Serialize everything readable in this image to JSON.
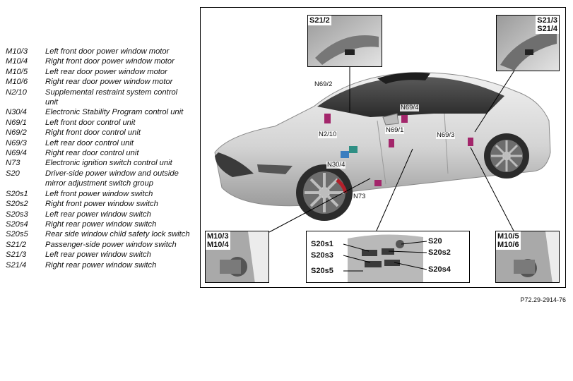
{
  "legend": [
    {
      "code": "M10/3",
      "desc": "Left front door power window motor"
    },
    {
      "code": "M10/4",
      "desc": "Right front door power window motor"
    },
    {
      "code": "M10/5",
      "desc": "Left rear door power window motor"
    },
    {
      "code": "M10/6",
      "desc": "Right rear door power window motor"
    },
    {
      "code": "N2/10",
      "desc": "Supplemental restraint system control unit"
    },
    {
      "code": "N30/4",
      "desc": "Electronic Stability Program control unit"
    },
    {
      "code": "N69/1",
      "desc": "Left front door control unit"
    },
    {
      "code": "N69/2",
      "desc": "Right front door control unit"
    },
    {
      "code": "N69/3",
      "desc": "Left rear door control unit"
    },
    {
      "code": "N69/4",
      "desc": "Right rear door control unit"
    },
    {
      "code": "N73",
      "desc": "Electronic ignition switch control unit"
    },
    {
      "code": "S20",
      "desc": "Driver-side power window and outside mirror adjustment switch group"
    },
    {
      "code": "S20s1",
      "desc": "Left front power window switch"
    },
    {
      "code": "S20s2",
      "desc": "Right front power window switch"
    },
    {
      "code": "S20s3",
      "desc": "Left rear power window switch"
    },
    {
      "code": "S20s4",
      "desc": "Right rear power window switch"
    },
    {
      "code": "S20s5",
      "desc": "Rear side window child safety lock switch"
    },
    {
      "code": "S21/2",
      "desc": "Passenger-side power window switch"
    },
    {
      "code": "S21/3",
      "desc": "Left rear power window switch"
    },
    {
      "code": "S21/4",
      "desc": "Right rear power window switch"
    }
  ],
  "figure": {
    "reference": "P72.29-2914-76",
    "insets": {
      "s21_2": "S21/2",
      "s21_3": "S21/3",
      "s21_4": "S21/4",
      "m10_3": "M10/3",
      "m10_4": "M10/4",
      "m10_5": "M10/5",
      "m10_6": "M10/6"
    },
    "switch_group": {
      "s20s1": "S20s1",
      "s20": "S20",
      "s20s3": "S20s3",
      "s20s2": "S20s2",
      "s20s5": "S20s5",
      "s20s4": "S20s4"
    },
    "callouts": {
      "n69_2": "N69/2",
      "n69_4": "N69/4",
      "n2_10": "N2/10",
      "n69_1": "N69/1",
      "n69_3": "N69/3",
      "n30_4": "N30/4",
      "n73": "N73"
    }
  }
}
